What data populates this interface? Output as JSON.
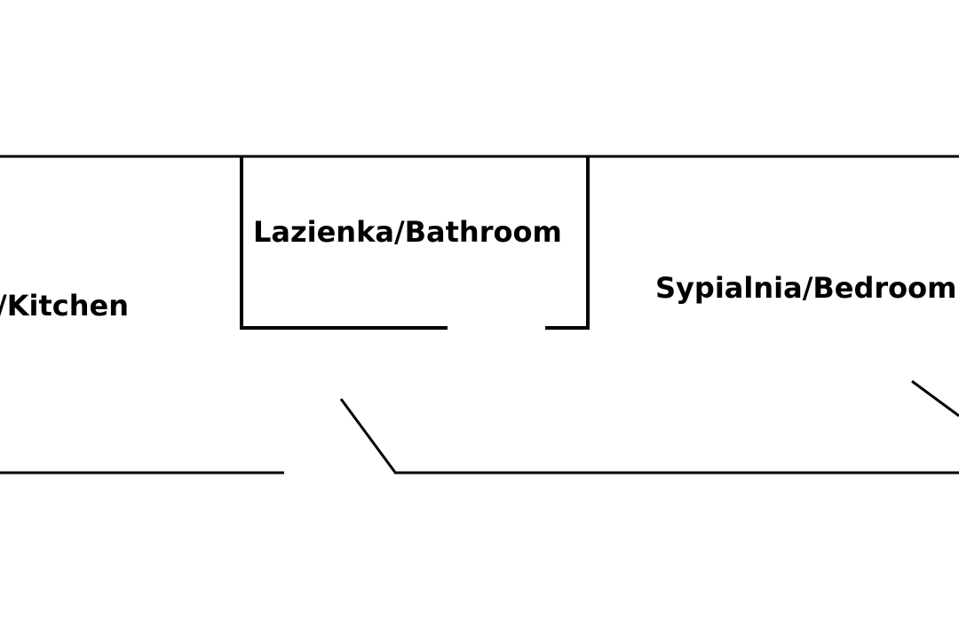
{
  "rooms": {
    "kitchen": {
      "label": "/Kitchen"
    },
    "bathroom": {
      "label": "Lazienka/Bathroom"
    },
    "bedroom": {
      "label": "Sypialnia/Bedroom"
    }
  },
  "colors": {
    "wall": "#000000",
    "background": "#ffffff",
    "text": "#000000"
  }
}
